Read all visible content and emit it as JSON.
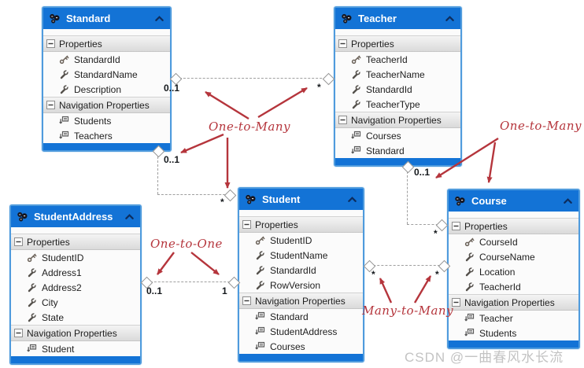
{
  "entities": [
    {
      "title": "Standard",
      "sections": [
        {
          "label": "Properties",
          "rows": [
            {
              "icon": "key-icon",
              "label": "StandardId"
            },
            {
              "icon": "wrench-icon",
              "label": "StandardName"
            },
            {
              "icon": "wrench-icon",
              "label": "Description"
            }
          ]
        },
        {
          "label": "Navigation Properties",
          "rows": [
            {
              "icon": "navigation-icon",
              "label": "Students"
            },
            {
              "icon": "navigation-icon",
              "label": "Teachers"
            }
          ]
        }
      ]
    },
    {
      "title": "Teacher",
      "sections": [
        {
          "label": "Properties",
          "rows": [
            {
              "icon": "key-icon",
              "label": "TeacherId"
            },
            {
              "icon": "wrench-icon",
              "label": "TeacherName"
            },
            {
              "icon": "wrench-icon",
              "label": "StandardId"
            },
            {
              "icon": "wrench-icon",
              "label": "TeacherType"
            }
          ]
        },
        {
          "label": "Navigation Properties",
          "rows": [
            {
              "icon": "navigation-icon",
              "label": "Courses"
            },
            {
              "icon": "navigation-icon",
              "label": "Standard"
            }
          ]
        }
      ]
    },
    {
      "title": "StudentAddress",
      "sections": [
        {
          "label": "Properties",
          "rows": [
            {
              "icon": "key-icon",
              "label": "StudentID"
            },
            {
              "icon": "wrench-icon",
              "label": "Address1"
            },
            {
              "icon": "wrench-icon",
              "label": "Address2"
            },
            {
              "icon": "wrench-icon",
              "label": "City"
            },
            {
              "icon": "wrench-icon",
              "label": "State"
            }
          ]
        },
        {
          "label": "Navigation Properties",
          "rows": [
            {
              "icon": "navigation-icon",
              "label": "Student"
            }
          ]
        }
      ]
    },
    {
      "title": "Student",
      "sections": [
        {
          "label": "Properties",
          "rows": [
            {
              "icon": "key-icon",
              "label": "StudentID"
            },
            {
              "icon": "wrench-icon",
              "label": "StudentName"
            },
            {
              "icon": "wrench-icon",
              "label": "StandardId"
            },
            {
              "icon": "wrench-icon",
              "label": "RowVersion"
            }
          ]
        },
        {
          "label": "Navigation Properties",
          "rows": [
            {
              "icon": "navigation-icon",
              "label": "Standard"
            },
            {
              "icon": "navigation-icon",
              "label": "StudentAddress"
            },
            {
              "icon": "navigation-icon",
              "label": "Courses"
            }
          ]
        }
      ]
    },
    {
      "title": "Course",
      "sections": [
        {
          "label": "Properties",
          "rows": [
            {
              "icon": "key-icon",
              "label": "CourseId"
            },
            {
              "icon": "wrench-icon",
              "label": "CourseName"
            },
            {
              "icon": "wrench-icon",
              "label": "Location"
            },
            {
              "icon": "wrench-icon",
              "label": "TeacherId"
            }
          ]
        },
        {
          "label": "Navigation Properties",
          "rows": [
            {
              "icon": "navigation-icon",
              "label": "Teacher"
            },
            {
              "icon": "navigation-icon",
              "label": "Students"
            }
          ]
        }
      ]
    }
  ],
  "connectors": {
    "standard_teacher": {
      "from": "0..1",
      "to": "*"
    },
    "standard_student": {
      "from": "0..1",
      "to": "*"
    },
    "teacher_course": {
      "from": "0..1",
      "to": "*"
    },
    "studentaddress_student": {
      "from": "0..1",
      "to": "1"
    },
    "student_course": {
      "from": "*",
      "to": "*"
    }
  },
  "annotations": {
    "center_one_to_many": "One-to-Many",
    "right_one_to_many": "One-to-Many",
    "one_to_one": "One-to-One",
    "many_to_many": "Many-to-Many"
  },
  "watermark": "CSDN @一曲春风水长流",
  "colors": {
    "entity_header_blue": "#1373d6",
    "entity_border_blue": "#4f9bdd",
    "section_gray": "#e2e2e2",
    "connector_gray": "#9f9f9f",
    "annotation_red": "#b5353c",
    "watermark_gray": "#c3c3c3"
  }
}
